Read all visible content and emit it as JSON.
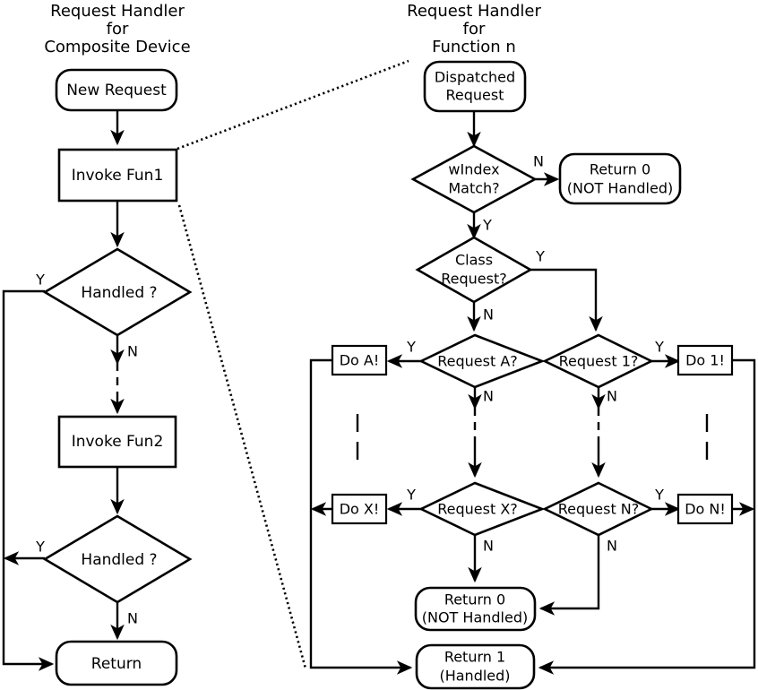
{
  "diagram": {
    "titles": {
      "left": [
        "Request Handler",
        "for",
        "Composite Device"
      ],
      "right": [
        "Request Handler",
        "for",
        "Function n"
      ]
    },
    "colors": {
      "stroke": "#000000",
      "fill": "#ffffff"
    },
    "left_flow": {
      "start": "New Request",
      "invoke1": "Invoke Fun1",
      "decision1": "Handled ?",
      "invoke2": "Invoke Fun2",
      "decision2": "Handled ?",
      "end": "Return"
    },
    "right_flow": {
      "start": [
        "Dispatched",
        "Request"
      ],
      "windex": [
        "wIndex",
        "Match?"
      ],
      "return0_top": [
        "Return 0",
        "(NOT Handled)"
      ],
      "class_request": [
        "Class",
        "Request?"
      ],
      "request_a": "Request A?",
      "request_x": "Request X?",
      "request_1": "Request 1?",
      "request_n": "Request N?",
      "do_a": "Do A!",
      "do_x": "Do X!",
      "do_1": "Do 1!",
      "do_n": "Do N!",
      "return0_bottom": [
        "Return 0",
        "(NOT Handled)"
      ],
      "return1": [
        "Return 1",
        "(Handled)"
      ]
    },
    "edge_labels": {
      "yes": "Y",
      "no": "N"
    },
    "branch_labels": {
      "handled1_yes": "Y",
      "handled1_no": "N",
      "handled2_yes": "Y",
      "handled2_no": "N",
      "windex_no": "N",
      "windex_yes": "Y",
      "class_yes": "Y",
      "class_no": "N",
      "req_a_yes": "Y",
      "req_a_no": "N",
      "req_x_yes": "Y",
      "req_x_no": "N",
      "req_1_yes": "Y",
      "req_1_no": "N",
      "req_n_yes": "Y",
      "req_n_no": "N"
    }
  }
}
